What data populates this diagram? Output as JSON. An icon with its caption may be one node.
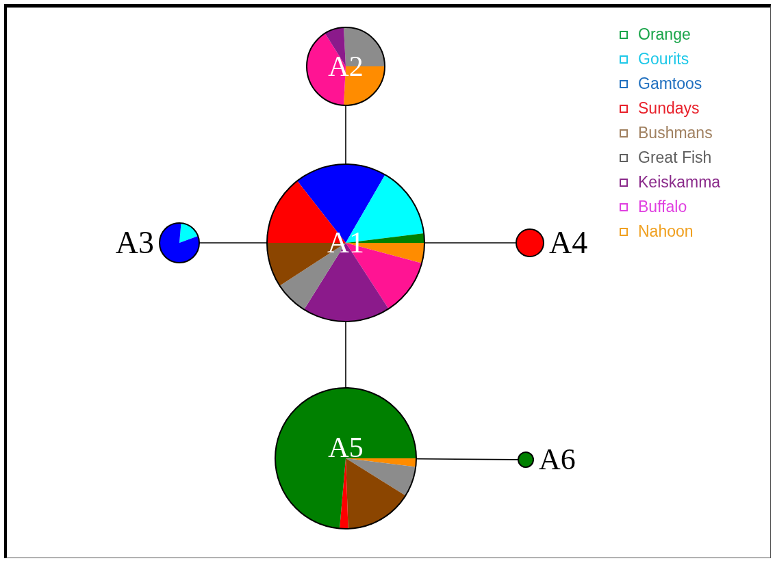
{
  "diagram": {
    "nodes": [
      {
        "text": [
          "A1"
        ]
      },
      {
        "text": [
          "A2"
        ]
      },
      {
        "text": [
          "A3"
        ]
      },
      {
        "text": [
          "A4"
        ]
      },
      {
        "text": [
          "A5"
        ]
      },
      {
        "text": [
          "A6"
        ]
      }
    ],
    "edges": [
      {
        "from": 0,
        "to": 1,
        "arrow": "none"
      },
      {
        "from": 2,
        "to": 0,
        "arrow": "none"
      },
      {
        "from": 0,
        "to": 3,
        "arrow": "none"
      },
      {
        "from": 0,
        "to": 4,
        "arrow": "none"
      },
      {
        "from": 4,
        "to": 5,
        "arrow": "none"
      }
    ],
    "legend": [
      {
        "text": "Orange",
        "color": "#1aa54a"
      },
      {
        "text": "Gourits",
        "color": "#1fc8e8"
      },
      {
        "text": "Gamtoos",
        "color": "#1f6fbf"
      },
      {
        "text": "Sundays",
        "color": "#e8202a"
      },
      {
        "text": "Bushmans",
        "color": "#a08060"
      },
      {
        "text": "Great Fish",
        "color": "#606060"
      },
      {
        "text": "Keiskamma",
        "color": "#8a2a8a"
      },
      {
        "text": "Buffalo",
        "color": "#e040e0"
      },
      {
        "text": "Nahoon",
        "color": "#f0a020"
      }
    ]
  }
}
